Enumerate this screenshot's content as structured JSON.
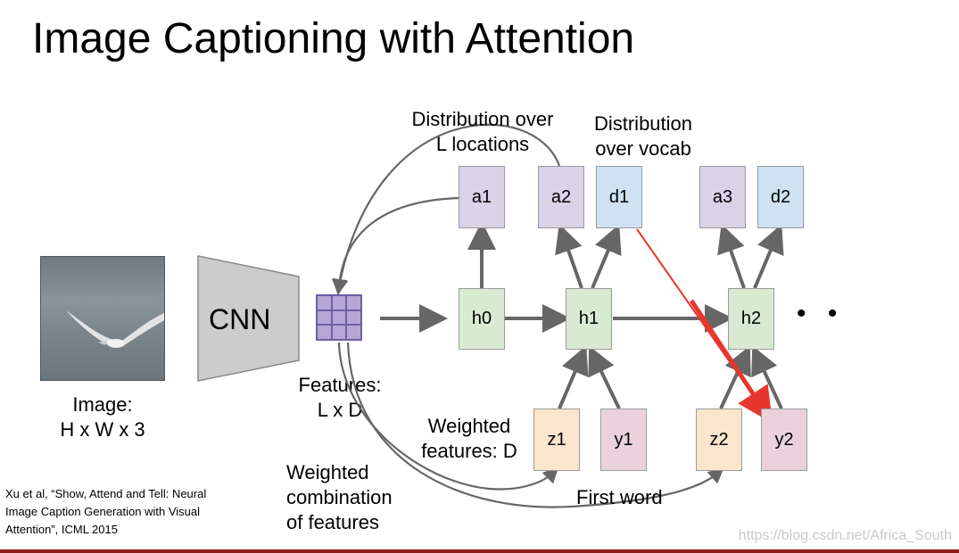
{
  "title": "Image Captioning with Attention",
  "image_label": {
    "line1": "Image:",
    "line2": "H x W x 3"
  },
  "cnn_label": "CNN",
  "features_label": {
    "line1": "Features:",
    "line2": "L x D"
  },
  "dist_locations_label": {
    "line1": "Distribution over",
    "line2": "L locations"
  },
  "dist_vocab_label": {
    "line1": "Distribution",
    "line2": "over vocab"
  },
  "weighted_features_label": {
    "line1": "Weighted",
    "line2": "features: D"
  },
  "weighted_combination_label": {
    "line1": "Weighted",
    "line2": "combination",
    "line3": "of features"
  },
  "first_word_label": "First word",
  "nodes": {
    "a1": "a1",
    "a2": "a2",
    "d1": "d1",
    "a3": "a3",
    "d2": "d2",
    "h0": "h0",
    "h1": "h1",
    "h2": "h2",
    "z1": "z1",
    "y1": "y1",
    "z2": "z2",
    "y2": "y2"
  },
  "ellipsis": "• •",
  "citation": {
    "line1": "Xu et al, “Show, Attend and Tell: Neural",
    "line2": "Image Caption Generation with Visual",
    "line3": "Attention”, ICML 2015"
  },
  "watermark": "https://blog.csdn.net/Africa_South",
  "colors": {
    "attention": "#d9d2e9",
    "vocab": "#cfe2f3",
    "hidden": "#d9ead3",
    "weighted": "#fce5cd",
    "word": "#ead1dc",
    "arrow": "#666666",
    "highlight": "#e8362e"
  }
}
